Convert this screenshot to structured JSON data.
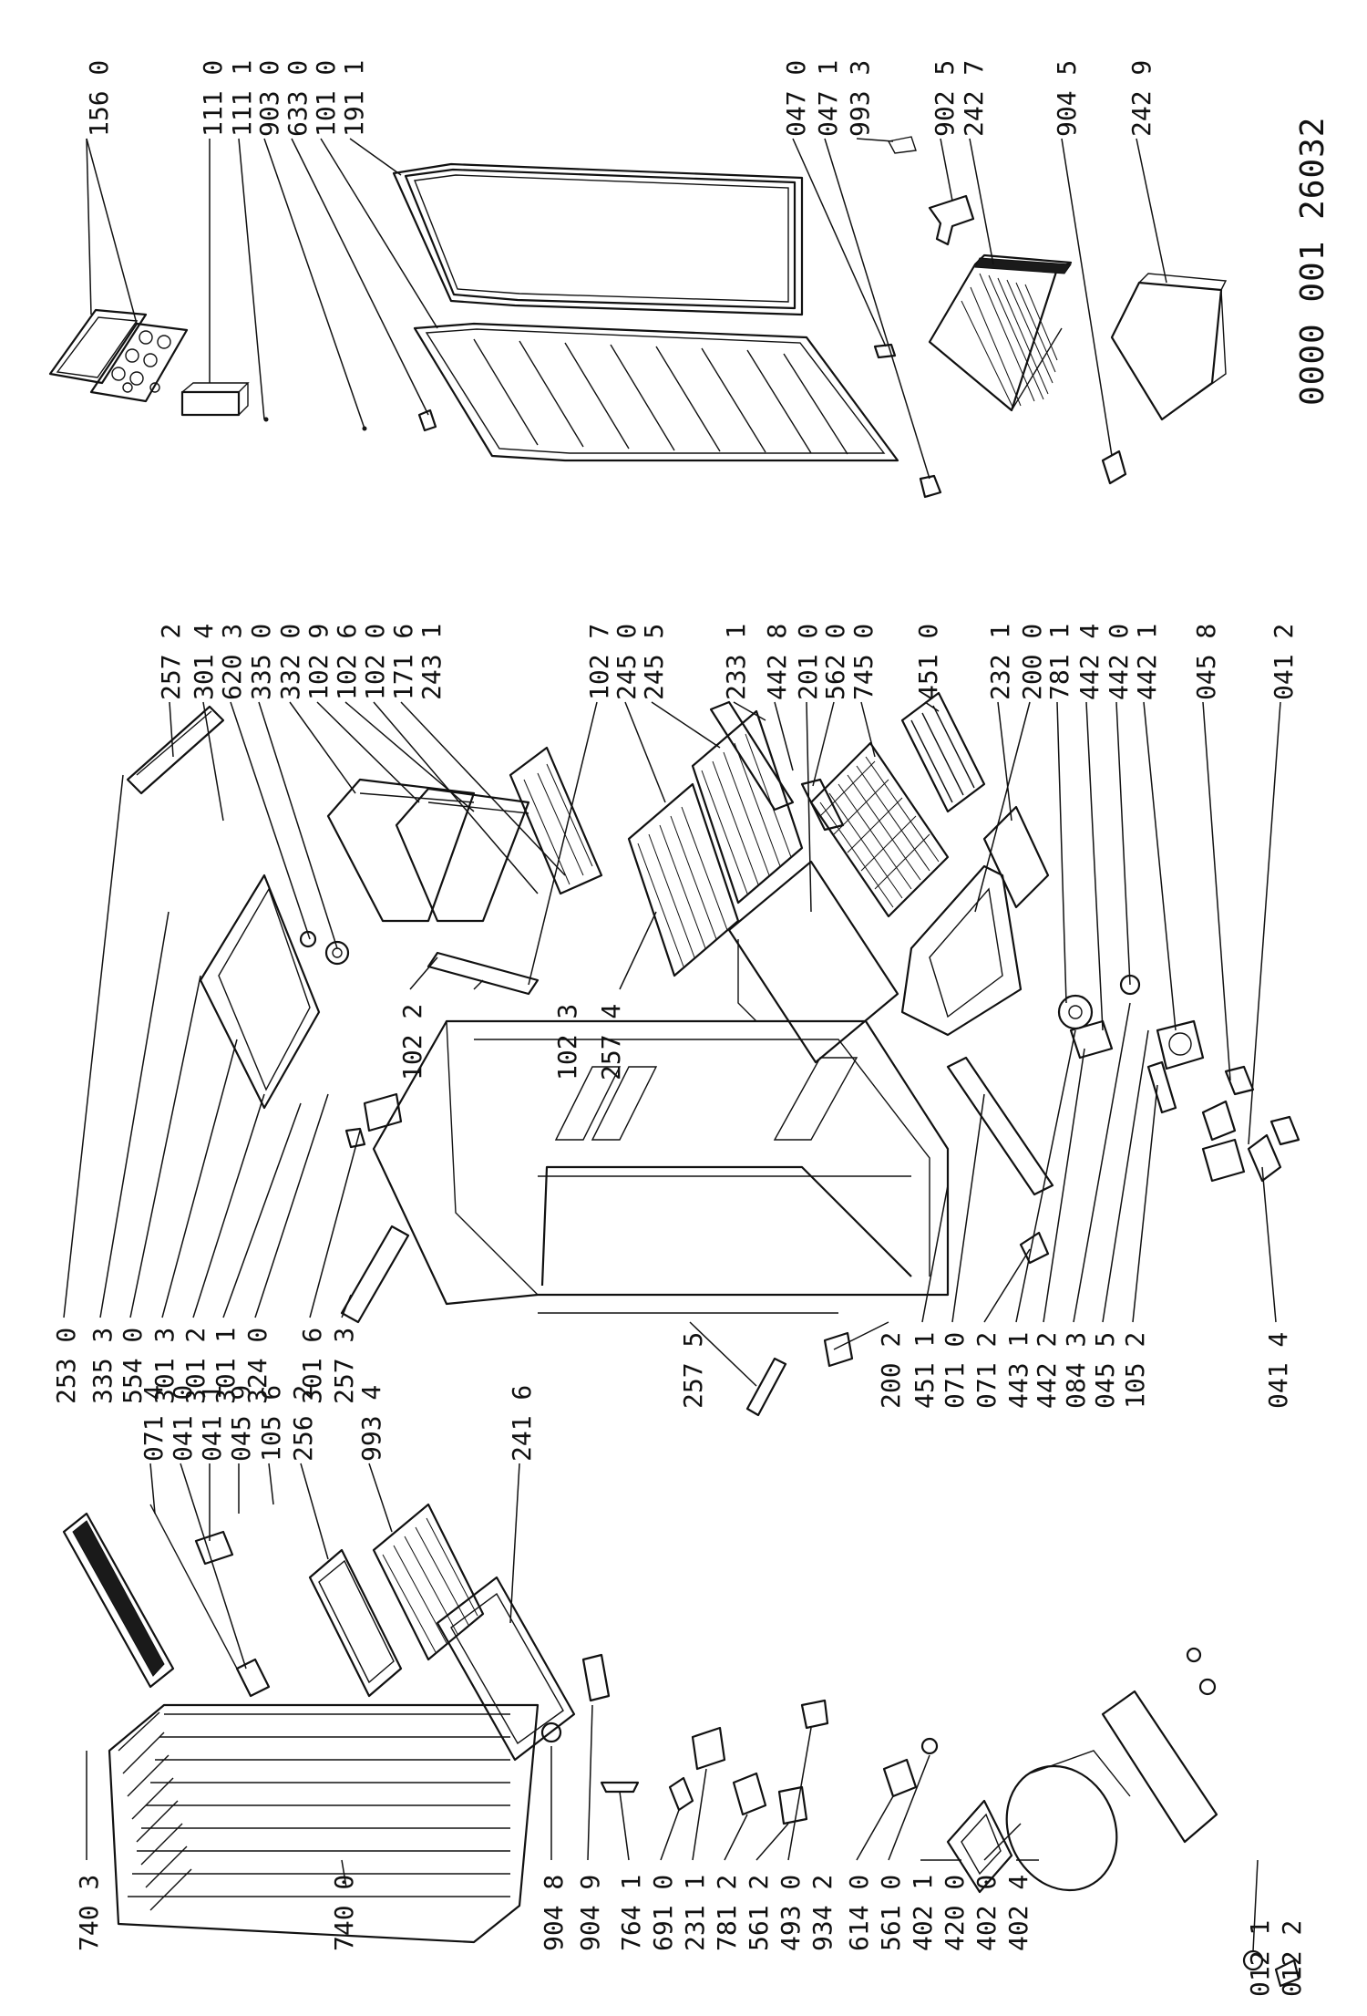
{
  "document_code": "0000 001 26032",
  "callouts": {
    "right_top": [
      "156 0",
      "111 0",
      "111 1",
      "903 0",
      "633 0",
      "101 0",
      "191 1"
    ],
    "right_mid": [
      "047 0",
      "047 1",
      "993 3",
      "902 5",
      "242 7",
      "904 5",
      "242 9"
    ],
    "center_top": [
      "257 2",
      "301 4",
      "620 3",
      "335 0",
      "332 0",
      "102 9",
      "102 6",
      "102 0",
      "171 6",
      "243 1",
      "102 7",
      "245 0",
      "245 5",
      "233 1",
      "442 8",
      "201 0",
      "562 0",
      "745 0",
      "451 0",
      "232 1",
      "200 0",
      "781 1",
      "442 4",
      "442 0",
      "442 1",
      "045 8",
      "041 2"
    ],
    "center_inner": [
      "102 2",
      "102 3",
      "257 4"
    ],
    "center_bottom": [
      "253 0",
      "335 3",
      "554 0",
      "301 3",
      "301 2",
      "301 1",
      "324 0",
      "301 6",
      "257 3"
    ],
    "center_bottom_2": [
      "257 5",
      "200 2",
      "451 1",
      "071 0",
      "071 2",
      "443 1",
      "442 2",
      "084 3",
      "045 5",
      "105 2",
      "041 4"
    ],
    "left_top": [
      "071 4",
      "041 0",
      "041 1",
      "045 9",
      "105 6",
      "256 2",
      "993 4",
      "241 6"
    ],
    "left_bottom": [
      "740 3",
      "740 0",
      "904 8",
      "904 9",
      "764 1",
      "691 0",
      "231 1",
      "781 2",
      "561 2",
      "493 0",
      "934 2",
      "614 0",
      "561 0",
      "402 1",
      "420 0",
      "402 0",
      "402 4",
      "012 1",
      "012 2"
    ]
  }
}
